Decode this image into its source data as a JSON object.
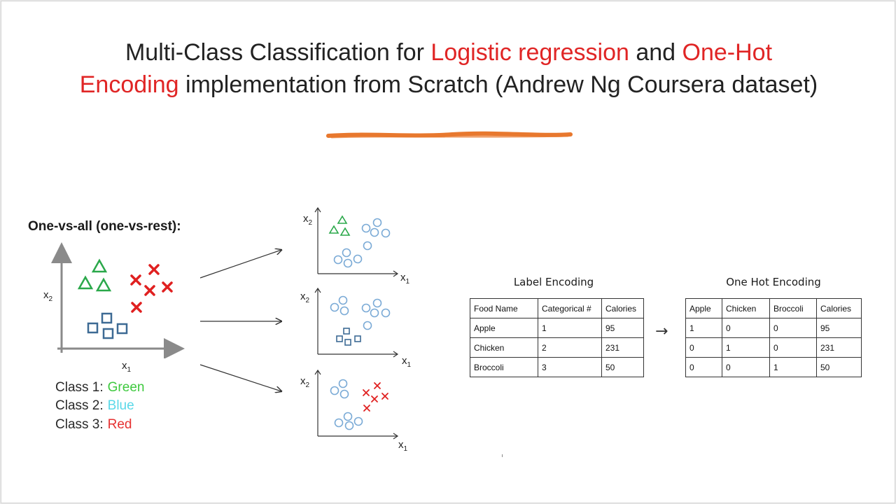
{
  "title": {
    "part1": "Multi-Class Classification for ",
    "highlight1": "Logistic regression",
    "part2": " and ",
    "highlight2": "One-Hot Encoding",
    "part3": " implementation from Scratch (Andrew Ng Coursera dataset)",
    "highlight_color": "#e02525",
    "underline_color": "#e8782e"
  },
  "one_vs_all": {
    "heading": "One-vs-all (one-vs-rest):",
    "axis_x": "x",
    "axis_x_sub": "1",
    "axis_y": "x",
    "axis_y_sub": "2",
    "classes": [
      {
        "label": "Class 1:",
        "name": "Green",
        "color": "#3ec93e",
        "marker": "triangle"
      },
      {
        "label": "Class 2:",
        "name": "Blue",
        "color": "#5ad8e8",
        "marker": "square"
      },
      {
        "label": "Class 3:",
        "name": "Red",
        "color": "#e63232",
        "marker": "cross"
      }
    ],
    "marker_colors": {
      "triangle": "#2aa84a",
      "square": "#3d6a94",
      "cross": "#e02020",
      "circle": "#7aaad6"
    }
  },
  "label_encoding": {
    "caption": "Label Encoding",
    "headers": [
      "Food Name",
      "Categorical #",
      "Calories"
    ],
    "rows": [
      [
        "Apple",
        "1",
        "95"
      ],
      [
        "Chicken",
        "2",
        "231"
      ],
      [
        "Broccoli",
        "3",
        "50"
      ]
    ]
  },
  "one_hot_encoding": {
    "caption": "One Hot Encoding",
    "arrow": "→",
    "headers": [
      "Apple",
      "Chicken",
      "Broccoli",
      "Calories"
    ],
    "rows": [
      [
        "1",
        "0",
        "0",
        "95"
      ],
      [
        "0",
        "1",
        "0",
        "231"
      ],
      [
        "0",
        "0",
        "1",
        "50"
      ]
    ]
  }
}
